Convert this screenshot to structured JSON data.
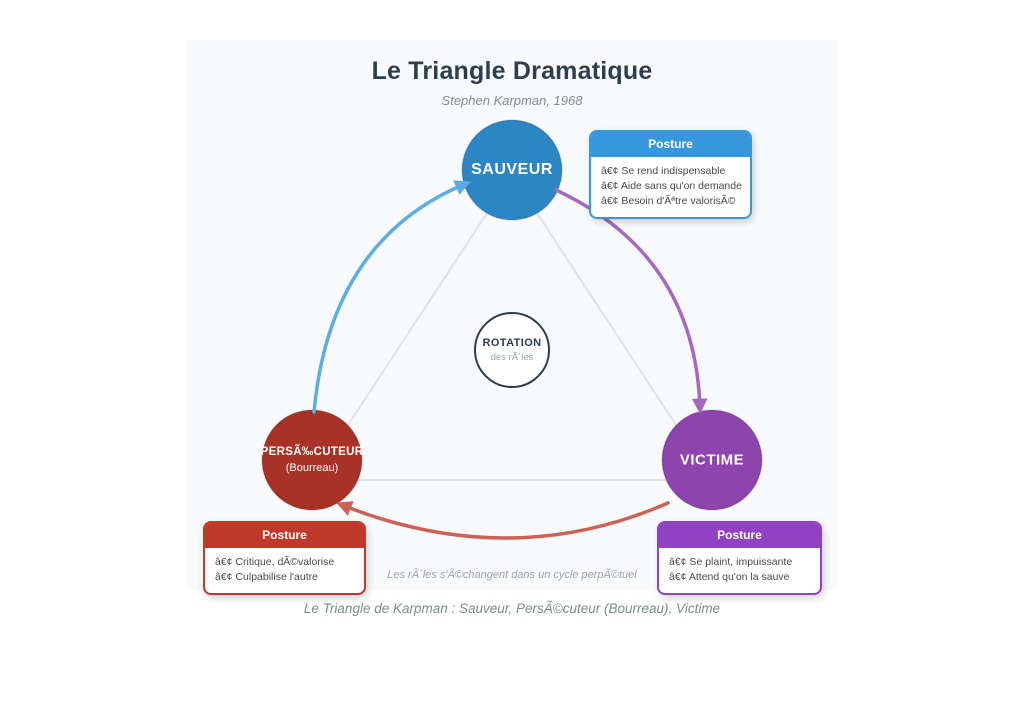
{
  "title": "Le Triangle Dramatique",
  "subtitle": "Stephen Karpman, 1968",
  "colors": {
    "card-bg": "#f8fafc",
    "title": "#2c3e50",
    "muted": "#7f8c8d",
    "note": "#9aa5ae",
    "body-text": "#4a4a4a",
    "navy": "#2c3e50",
    "line": "#e0e2e5",
    "sauveur": "#2d86c4",
    "persecuteur": "#a93226",
    "victime": "#8e44ad",
    "arrow-blue": "#5dade2",
    "arrow-purple": "#a569bd",
    "arrow-red": "#cd6155",
    "box-blue": "#3498db",
    "box-red": "#c0392b",
    "box-purple": "#9142c0"
  },
  "nodes": {
    "sauveur": {
      "label": "SAUVEUR"
    },
    "persecuteur": {
      "label": "PERSÃ‰CUTEUR",
      "sublabel": "(Bourreau)"
    },
    "victime": {
      "label": "VICTIME"
    }
  },
  "center": {
    "title": "ROTATION",
    "subtitle": "des rÃ´les"
  },
  "posture_boxes": {
    "sauveur": {
      "title": "Posture",
      "items": [
        "â€¢ Se rend indispensable",
        "â€¢ Aide sans qu'on demande",
        "â€¢ Besoin d'Ãªtre valorisÃ©"
      ]
    },
    "persecuteur": {
      "title": "Posture",
      "items": [
        "â€¢ Critique, dÃ©valorise",
        "â€¢ Culpabilise l'autre"
      ]
    },
    "victime": {
      "title": "Posture",
      "items": [
        "â€¢ Se plaint, impuissante",
        "â€¢ Attend qu'on la sauve"
      ]
    }
  },
  "note": "Les rÃ´les s'Ã©changent dans un cycle perpÃ©tuel",
  "caption": "Le Triangle de Karpman : Sauveur, PersÃ©cuteur (Bourreau), Victime"
}
